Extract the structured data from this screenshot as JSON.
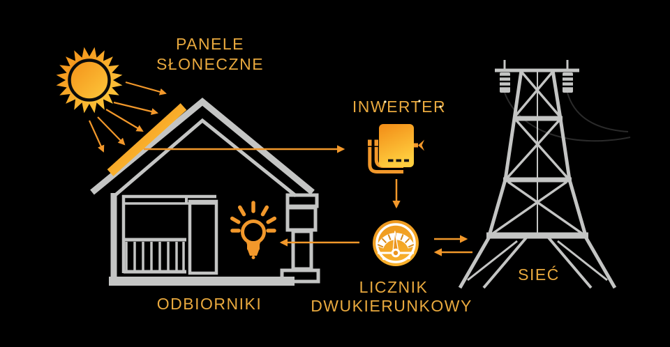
{
  "diagram": {
    "labels": {
      "solar_panels_line1": "PANELE",
      "solar_panels_line2": "SŁONECZNE",
      "inverter": "INWERTER",
      "meter_line1": "LICZNIK",
      "meter_line2": "DWUKIERUNKOWY",
      "consumers": "ODBIORNIKI",
      "grid": "SIEĆ"
    },
    "nodes": [
      {
        "id": "sun",
        "icon": "sun-icon",
        "label": ""
      },
      {
        "id": "solar-panels",
        "icon": "solar-panel-roof-icon",
        "label": "PANELE SŁONECZNE"
      },
      {
        "id": "inverter",
        "icon": "inverter-icon",
        "label": "INWERTER"
      },
      {
        "id": "meter",
        "icon": "analog-meter-icon",
        "label": "LICZNIK DWUKIERUNKOWY"
      },
      {
        "id": "consumers",
        "icon": "lightbulb-icon",
        "label": "ODBIORNIKI"
      },
      {
        "id": "grid",
        "icon": "transmission-tower-icon",
        "label": "SIEĆ"
      }
    ],
    "flows": [
      {
        "from": "sun",
        "to": "solar-panels",
        "style": "five-sun-ray-arrows"
      },
      {
        "from": "solar-panels",
        "to": "inverter"
      },
      {
        "from": "inverter",
        "to": "meter"
      },
      {
        "from": "meter",
        "to": "consumers"
      },
      {
        "from": "meter",
        "to": "grid"
      },
      {
        "from": "grid",
        "to": "meter"
      }
    ],
    "colors": {
      "background": "#000000",
      "accent_orange": "#F2982B",
      "deep_orange": "#F28B16",
      "bright_yellow": "#FFCE3F",
      "gold_text": "#E9A93E",
      "structure_gray": "#C4C5C4",
      "wire_dark": "#2B2B2B",
      "tick_orange": "#D8891A",
      "needle_orange": "#EA9420",
      "white": "#FFFFFF"
    }
  }
}
